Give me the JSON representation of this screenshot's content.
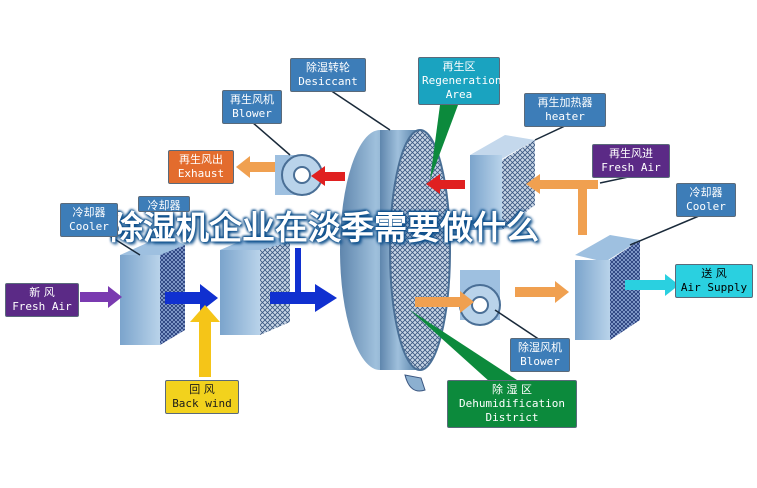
{
  "title": "除湿机企业在淡季需要做什么",
  "labels": {
    "desiccant": {
      "zh": "除湿转轮",
      "en": "Desiccant"
    },
    "regeneration": {
      "zh": "再生区",
      "en": "Regeneration Area"
    },
    "regen_blower": {
      "zh": "再生风机",
      "en": "Blower"
    },
    "regen_heater": {
      "zh": "再生加热器",
      "en": "heater"
    },
    "exhaust": {
      "zh": "再生风出",
      "en": "Exhaust"
    },
    "regen_air": {
      "zh": "再生风进",
      "en": "Fresh Air"
    },
    "cooler_left": {
      "zh": "冷却器",
      "en": "Cooler"
    },
    "cooler_mid": {
      "zh": "冷却器",
      "en": ""
    },
    "cooler_right": {
      "zh": "冷却器",
      "en": "Cooler"
    },
    "fresh_air": {
      "zh": "新 风",
      "en": "Fresh Air"
    },
    "supply": {
      "zh": "送 风",
      "en": "Air Supply"
    },
    "back_wind": {
      "zh": "回 风",
      "en": "Back wind"
    },
    "dehum_blower": {
      "zh": "除湿风机",
      "en": "Blower"
    },
    "dehum_district": {
      "zh": "除 湿 区",
      "en": "Dehumidification District"
    }
  },
  "colors": {
    "label_blue": "#3d7db8",
    "orange_arrow": "#f0a050",
    "red_arrow": "#e02020",
    "blue_arrow": "#1030d0",
    "purple_arrow": "#7a3ab0",
    "yellow_arrow": "#f5c518",
    "green_pointer": "#0c8a3c"
  }
}
